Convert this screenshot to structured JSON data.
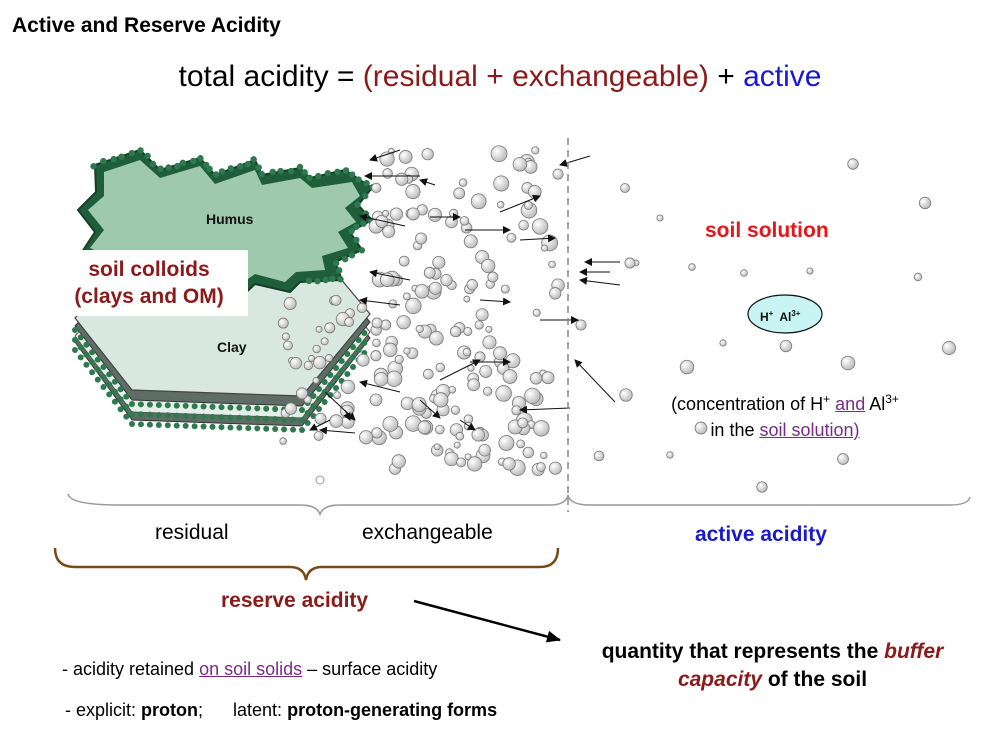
{
  "title": "Active and Reserve Acidity",
  "equation": {
    "lhs": "total acidity =",
    "residual": "(residual",
    "plus1": "+",
    "exchangeable": "exchangeable)",
    "plus2": "+",
    "active": "active"
  },
  "diagram": {
    "humus_label": "Humus",
    "clay_label": "Clay",
    "colloids_line1": "soil colloids",
    "colloids_line2": "(clays and OM)",
    "soil_solution": "soil solution",
    "ion_h": "H",
    "ion_h_charge": "+",
    "ion_al": "Al",
    "ion_al_charge": "3+",
    "conc_prefix": "(concentration of H",
    "conc_h_charge": "+",
    "conc_and": "and",
    "conc_al": "Al",
    "conc_al_charge": "3+",
    "conc_line2_prefix": "in the",
    "conc_soil_solution": "soil solution)"
  },
  "braces": {
    "residual": "residual",
    "exchangeable": "exchangeable",
    "active": "active acidity",
    "reserve": "reserve acidity"
  },
  "buffer_note": {
    "line1_prefix": "quantity that represents the",
    "line1_em": "buffer",
    "line2_em": "capacity",
    "line2_suffix": "of the soil"
  },
  "notes": {
    "n1_prefix": "- acidity retained",
    "n1_link": "on soil solids",
    "n1_suffix": "– surface acidity",
    "n2_a": "- explicit:",
    "n2_b": "proton",
    "n2_c": ";      latent:",
    "n2_d": "proton-generating forms"
  },
  "colors": {
    "maroon": "#8b1a1a",
    "blue": "#1a1acc",
    "red": "#e8141a",
    "humus_fill": "#9ec9ac",
    "clay_fill": "#d8e8e0",
    "dot_green": "#2e7a4e",
    "brace_brown": "#7a4a14"
  }
}
